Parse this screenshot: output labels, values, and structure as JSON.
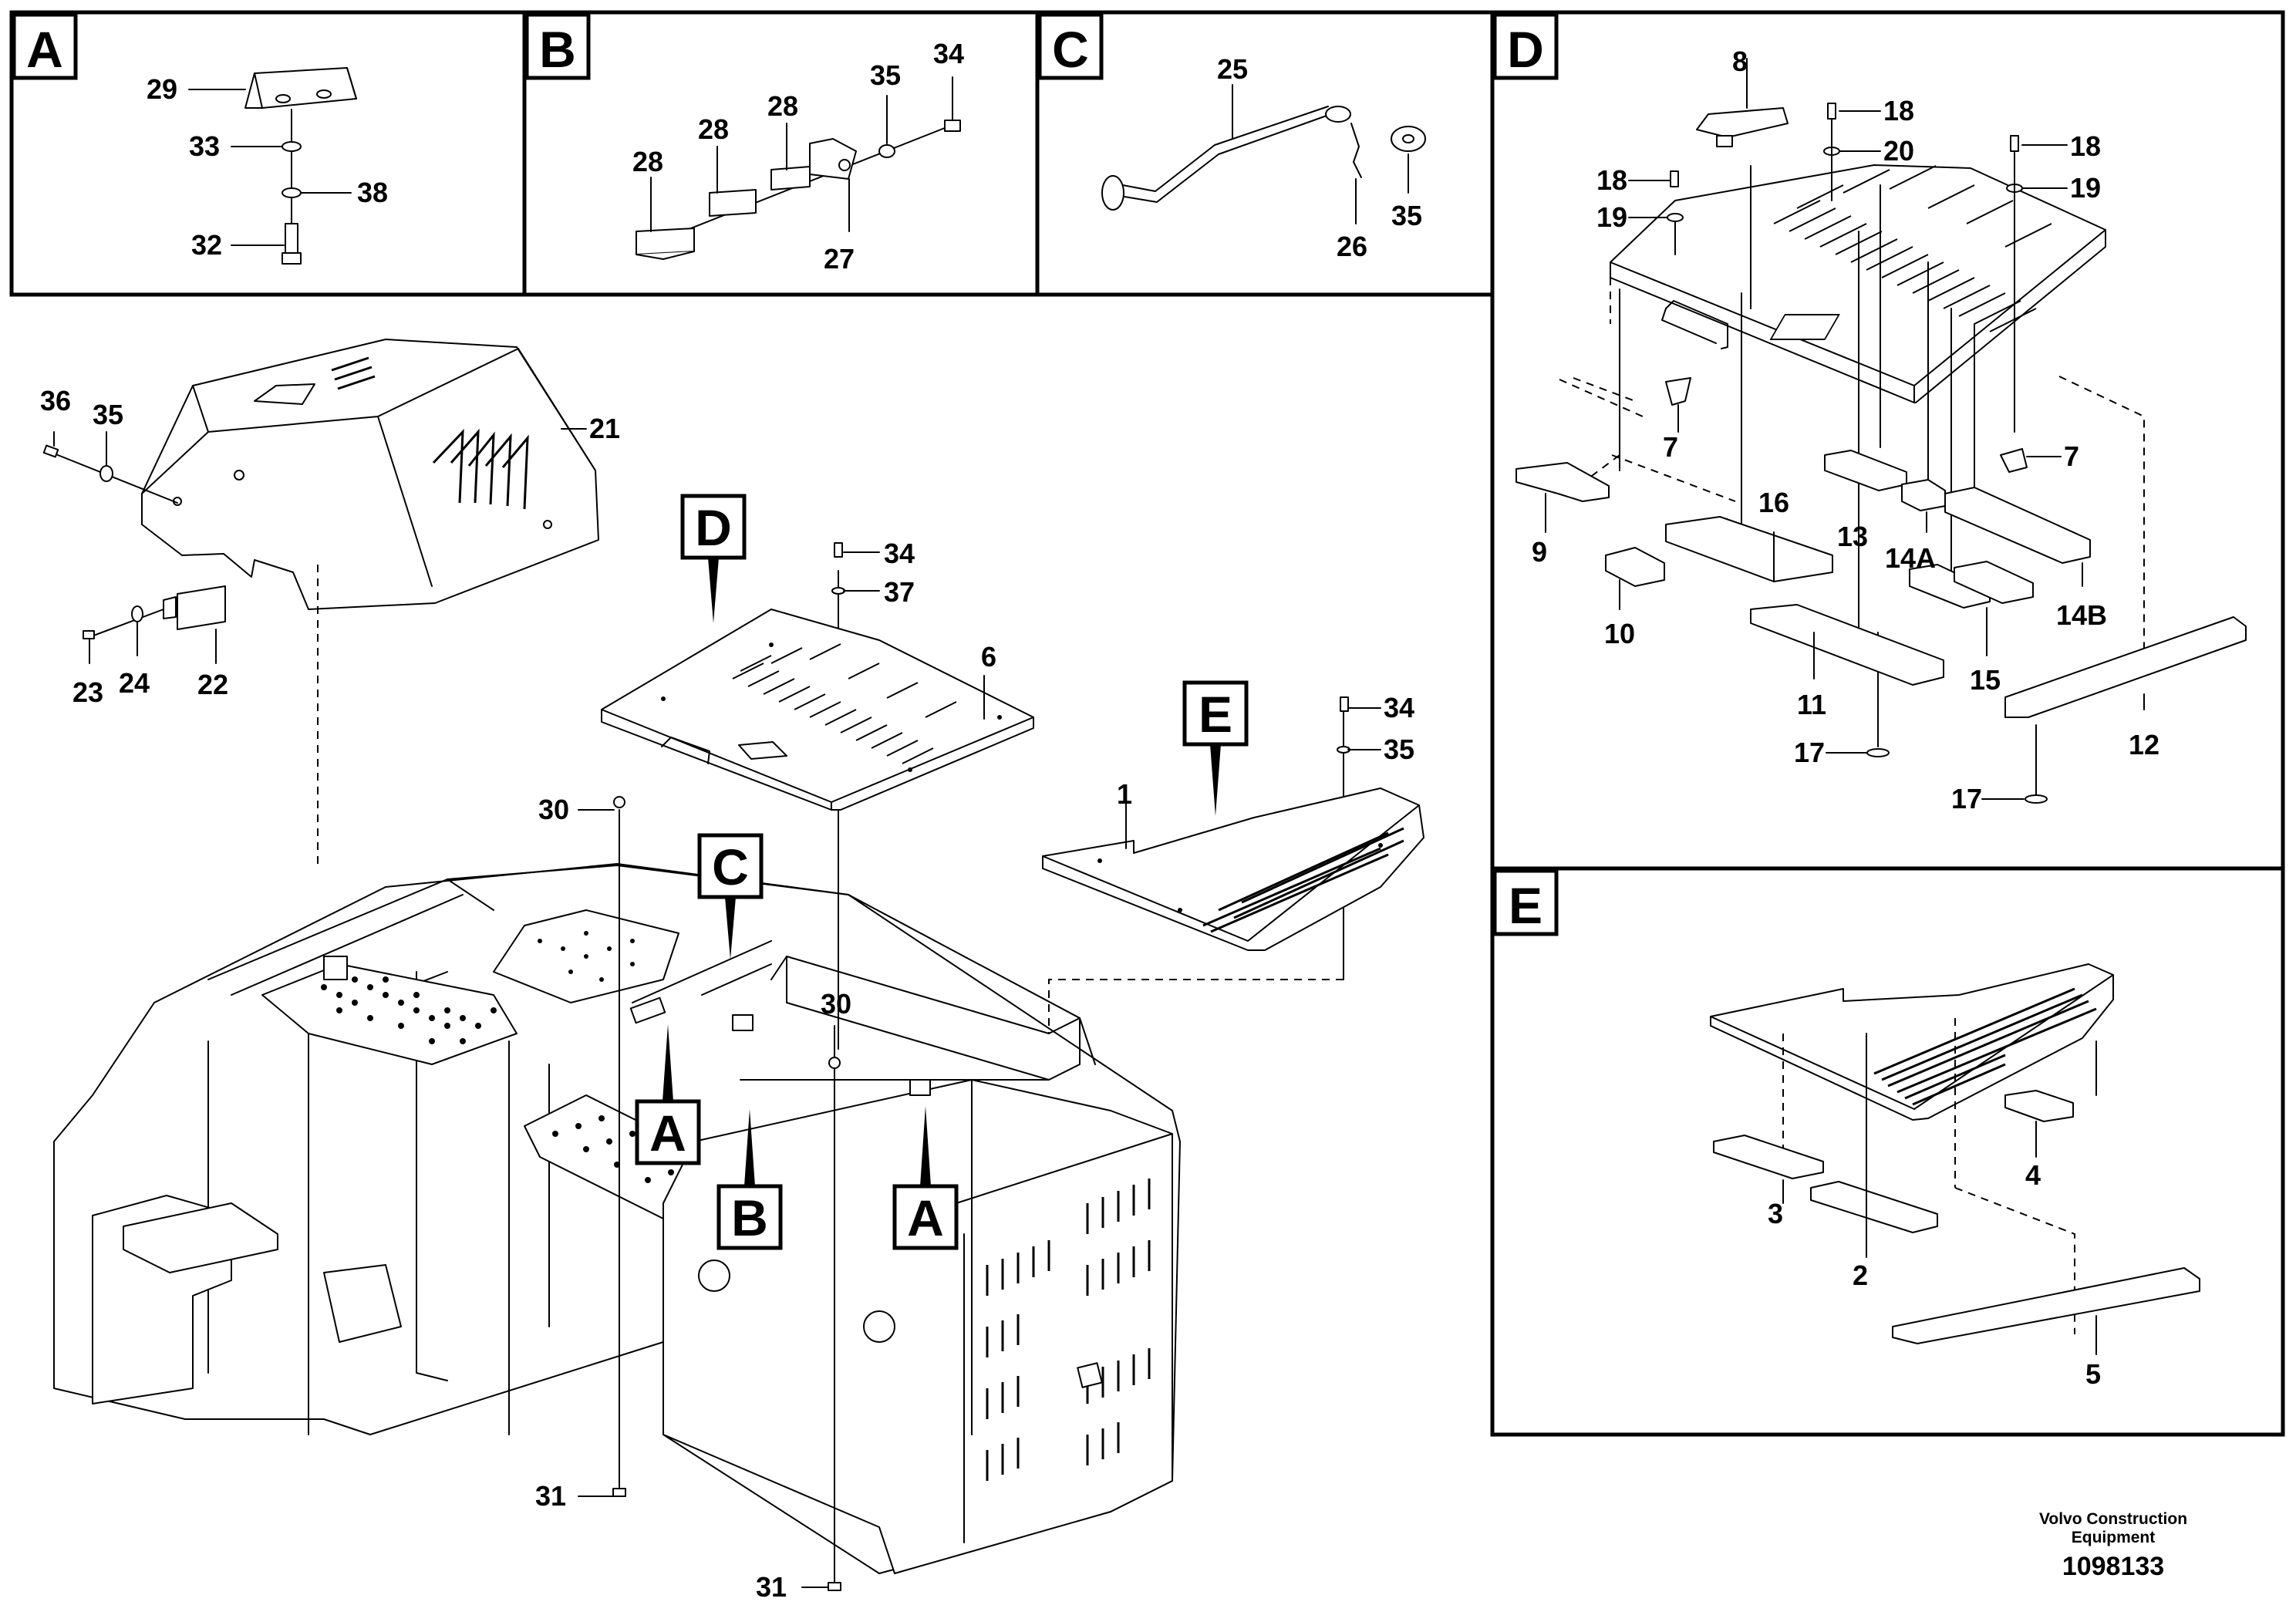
{
  "detail_panels": {
    "a": "A",
    "b": "B",
    "c": "C",
    "d": "D",
    "e": "E"
  },
  "callouts": {
    "a": "A",
    "b": "B",
    "c": "C",
    "d": "D",
    "e": "E"
  },
  "parts": {
    "p1": "1",
    "p2": "2",
    "p3": "3",
    "p4": "4",
    "p5": "5",
    "p6": "6",
    "p7a": "7",
    "p7b": "7",
    "p8": "8",
    "p9": "9",
    "p10": "10",
    "p11": "11",
    "p12": "12",
    "p13": "13",
    "p14a": "14A",
    "p14b": "14B",
    "p15": "15",
    "p16": "16",
    "p17a": "17",
    "p17b": "17",
    "p18a": "18",
    "p18b": "18",
    "p18c": "18",
    "p19a": "19",
    "p19b": "19",
    "p20": "20",
    "p21": "21",
    "p22": "22",
    "p23": "23",
    "p24": "24",
    "p25": "25",
    "p26": "26",
    "p27": "27",
    "p28a": "28",
    "p28b": "28",
    "p28c": "28",
    "p29": "29",
    "p30a": "30",
    "p30b": "30",
    "p31a": "31",
    "p31b": "31",
    "p32": "32",
    "p33": "33",
    "p34a": "34",
    "p34b": "34",
    "p34c": "34",
    "p35a": "35",
    "p35b": "35",
    "p35c": "35",
    "p35d": "35",
    "p36": "36",
    "p37": "37",
    "p38": "38"
  },
  "footer": {
    "company_line1": "Volvo Construction",
    "company_line2": "Equipment",
    "drawing_number": "1098133"
  }
}
